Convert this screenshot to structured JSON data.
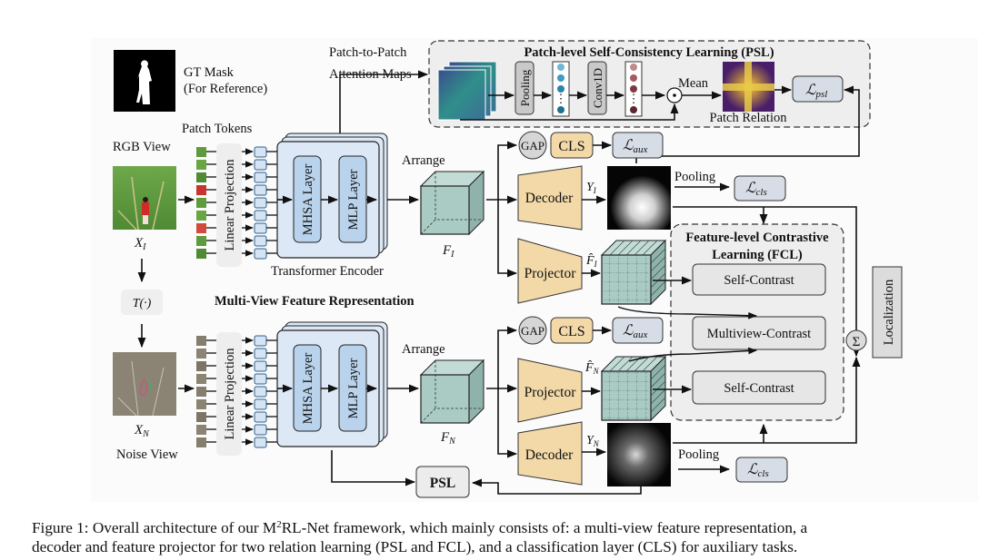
{
  "figure": {
    "gt_mask": {
      "line1": "GT Mask",
      "line2": "(For Reference)"
    },
    "attention_maps_label": {
      "line1": "Patch-to-Patch",
      "line2": "Attention Maps"
    },
    "psl_panel": {
      "title": "Patch-level Self-Consistency Learning (PSL)",
      "pooling": "Pooling",
      "conv": "Conv1D",
      "ellipsis": "⋮",
      "hadamard": "⊙",
      "mean": "Mean",
      "patch_relation": "Patch Relation",
      "loss": {
        "symbol": "ℒ",
        "sub": "psl"
      }
    },
    "rgb_view": {
      "label": "RGB View",
      "var": "X",
      "sub": "I"
    },
    "noise_view": {
      "label": "Noise View",
      "var": "X",
      "sub": "N"
    },
    "transform": "T(·)",
    "patch_tokens": "Patch Tokens",
    "linear_projection": "Linear Projection",
    "mhsa": "MHSA Layer",
    "mlp": "MLP Layer",
    "transformer_encoder": "Transformer Encoder",
    "multi_view_title": "Multi-View Feature Representation",
    "arrange": "Arrange",
    "feature_top": {
      "var": "F",
      "sub": "I"
    },
    "feature_bottom": {
      "var": "F",
      "sub": "N"
    },
    "gap": "GAP",
    "cls": "CLS",
    "loss_aux": {
      "symbol": "ℒ",
      "sub": "aux"
    },
    "loss_cls": {
      "symbol": "ℒ",
      "sub": "cls"
    },
    "decoder": "Decoder",
    "projector": "Projector",
    "pred_top": {
      "var": "Y",
      "sub": "I"
    },
    "pred_bottom": {
      "var": "Y",
      "sub": "N"
    },
    "proj_top": {
      "var": "F̂",
      "sub": "I"
    },
    "proj_bottom": {
      "var": "F̂",
      "sub": "N"
    },
    "pooling": "Pooling",
    "fcl_panel": {
      "title_line1": "Feature-level Contrastive",
      "title_line2": "Learning (FCL)",
      "self_contrast": "Self-Contrast",
      "multiview_contrast": "Multiview-Contrast"
    },
    "sum": "Σ",
    "localization": "Localization",
    "psl_box": "PSL",
    "colors": {
      "encoder_fill": "#dce8f5",
      "layer_fill": "#b9d3ec",
      "token_fill": "#d4e4f4",
      "module_fill": "#f3d9a8",
      "loss_fill": "#d7dde6",
      "cube_fill": "#a9cbc3",
      "panel_fill": "#eeeeee",
      "figure_bg": "#fbfbfb"
    }
  },
  "caption": {
    "line1_a": "Figure 1: Overall architecture of our M",
    "line1_sup": "2",
    "line1_b": "RL-Net framework, which mainly consists of: a multi-view feature representation, a",
    "line2": "decoder and feature projector for two relation learning (PSL and FCL), and a classification layer (CLS) for auxiliary tasks."
  }
}
